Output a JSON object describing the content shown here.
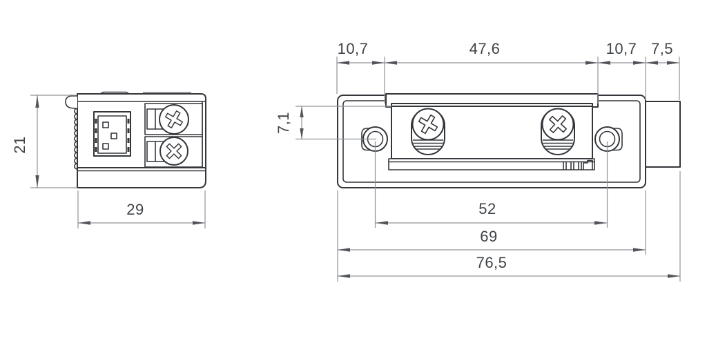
{
  "drawing": {
    "side_view": {
      "height_dim": "21",
      "width_dim": "29"
    },
    "front_view": {
      "top_left_dim": "10,7",
      "top_center_dim": "47,6",
      "top_right_dim": "10,7",
      "top_depth_dim": "7,5",
      "vertical_dim": "7,1",
      "hole_spacing_dim": "52",
      "plate_width_dim": "69",
      "total_width_dim": "76,5"
    }
  },
  "colors": {
    "background": "#ffffff",
    "outline": "#33363a",
    "dimension_line": "#909396",
    "arrow": "#515459",
    "label_text": "#3f4347"
  }
}
